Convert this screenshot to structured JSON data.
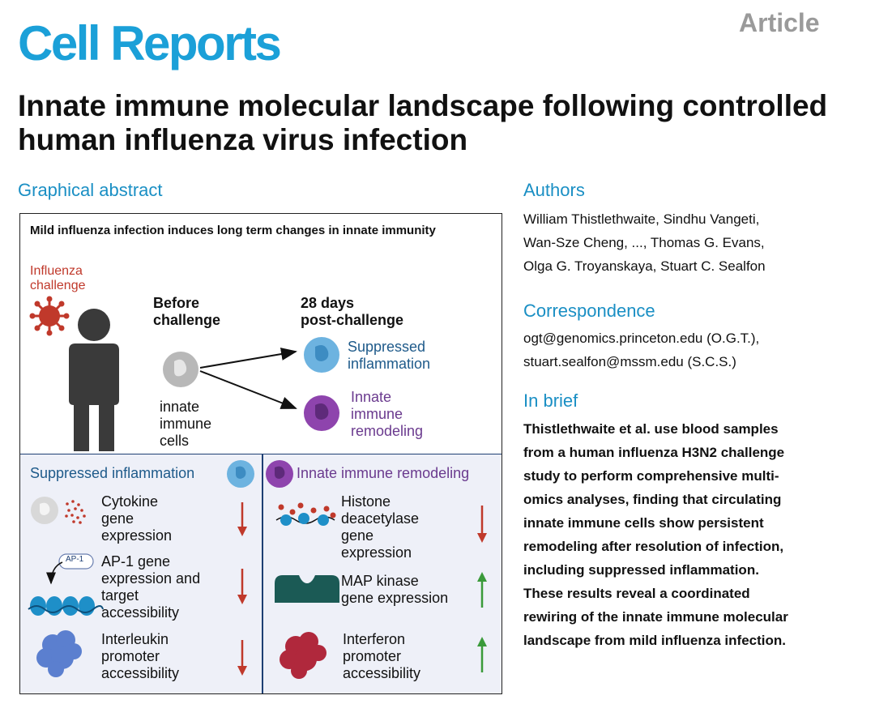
{
  "header": {
    "journal": "Cell Reports",
    "article_type": "Article",
    "title": "Innate immune molecular landscape following controlled human influenza virus infection"
  },
  "sections": {
    "graphical_abstract": "Graphical abstract",
    "authors": "Authors",
    "correspondence": "Correspondence",
    "in_brief": "In brief"
  },
  "authors_lines": [
    "William Thistlethwaite, Sindhu Vangeti,",
    "Wan-Sze Cheng, ..., Thomas G. Evans,",
    "Olga G. Troyanskaya, Stuart C. Sealfon"
  ],
  "correspondence_lines": [
    "ogt@genomics.princeton.edu (O.G.T.),",
    "stuart.sealfon@mssm.edu (S.C.S.)"
  ],
  "in_brief_lines": [
    "Thistlethwaite et al. use blood samples",
    "from a human influenza H3N2 challenge",
    "study to perform comprehensive multi-",
    "omics analyses, finding that circulating",
    "innate immune cells show persistent",
    "remodeling after resolution of infection,",
    "including suppressed inflammation.",
    "These results reveal a coordinated",
    "rewiring of the innate immune molecular",
    "landscape from mild influenza infection."
  ],
  "abstract": {
    "title": "Mild influenza infection induces long term changes in innate immunity",
    "challenge": [
      "Influenza",
      "challenge"
    ],
    "before": [
      "Before",
      "challenge"
    ],
    "after": [
      "28 days",
      "post-challenge"
    ],
    "suppressed": [
      "Suppressed",
      "inflammation"
    ],
    "remodeling": [
      "Innate",
      "immune",
      "remodeling"
    ],
    "cells": [
      "innate",
      "immune",
      "cells"
    ],
    "panel_left_title": "Suppressed inflammation",
    "panel_right_title": "Innate immune remodeling",
    "ap1_label": "AP-1",
    "left_items": [
      {
        "lines": [
          "Cytokine",
          "gene",
          "expression"
        ],
        "direction": "down"
      },
      {
        "lines": [
          "AP-1 gene",
          "expression and",
          "target",
          "accessibility"
        ],
        "direction": "down"
      },
      {
        "lines": [
          "Interleukin",
          "promoter",
          "accessibility"
        ],
        "direction": "down"
      }
    ],
    "right_items": [
      {
        "lines": [
          "Histone",
          "deacetylase",
          "gene",
          "expression"
        ],
        "direction": "down"
      },
      {
        "lines": [
          "MAP kinase",
          "gene expression"
        ],
        "direction": "up"
      },
      {
        "lines": [
          "Interferon",
          "promoter",
          "accessibility"
        ],
        "direction": "up"
      }
    ],
    "colors": {
      "down_arrow": "#c0392b",
      "up_arrow": "#3a9a3a",
      "person": "#3a3a3a",
      "virus": "#c0392b",
      "cell_blue": "#6db3e0",
      "cell_purple": "#8e44ad",
      "cell_gray": "#b8b8b8",
      "protein_blue": "#5b7fcf",
      "protein_red": "#b0283c",
      "dna_blue": "#1e8fc8",
      "kinase_teal": "#1b5a55"
    }
  }
}
